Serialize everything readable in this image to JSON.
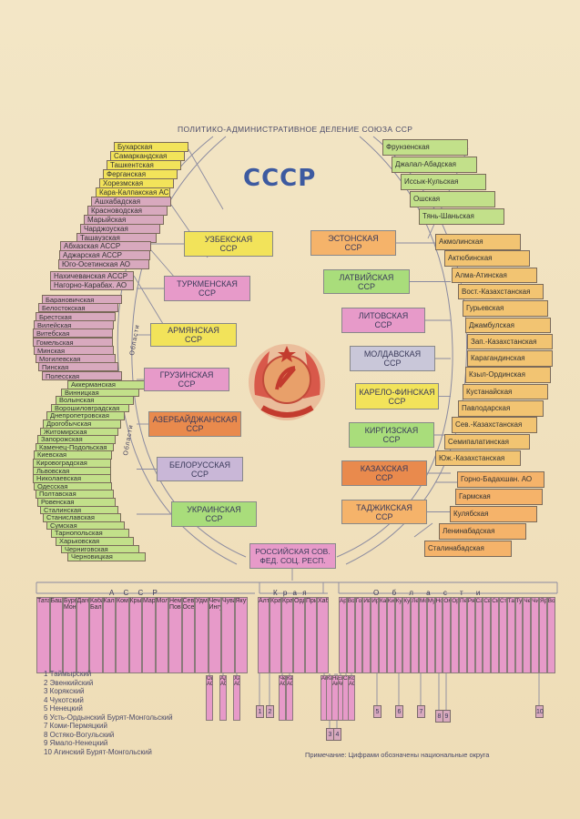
{
  "header": {
    "title": "ПОЛИТИКО-АДМИНИСТРАТИВНОЕ ДЕЛЕНИЕ СОЮЗА ССР",
    "ussr": "СССР"
  },
  "colors": {
    "green": "#c2e08a",
    "yellow": "#f2e35a",
    "pink": "#e79ac9",
    "lilac": "#d8a9be",
    "orange": "#f5b36a",
    "brown_orange": "#e98a4d",
    "lavender": "#c9b7d7",
    "gray_blue": "#c9c7d9",
    "sand": "#f2c472",
    "light_green": "#a9dd7b",
    "emblem_red": "#d8584a"
  },
  "left_groups": {
    "uzbek": [
      "Бухарская",
      "Самаркандская",
      "Ташкентская",
      "Ферганская",
      "Хорезмская",
      "Кара-Калпакская АССР"
    ],
    "turkmen": [
      "Ашхабадская",
      "Красноводская",
      "Марыйская",
      "Чарджоуская",
      "Ташаузская"
    ],
    "georgian": [
      "Абхазская АССР",
      "Аджарская АССР",
      "Юго-Осетинская АО"
    ],
    "azerbaijan": [
      "Нахичеванская АССР",
      "Нагорно-Карабах. АО"
    ],
    "belarus": [
      "Барановичская",
      "Белостокская",
      "Брестская",
      "Вилейская",
      "Витебская",
      "Гомельская",
      "Минская",
      "Могилевская",
      "Пинская",
      "Полесская"
    ],
    "ukraine": [
      "Аккерманская",
      "Винницкая",
      "Волынская",
      "Ворошиловградская",
      "Днепропетровская",
      "Дрогобычская",
      "Житомирская",
      "Запорожская",
      "Каменец-Подольская",
      "Киевская",
      "Кировоградская",
      "Львовская",
      "Николаевская",
      "Одесская",
      "Полтавская",
      "Ровенская",
      "Сталинская",
      "Станиславская",
      "Сумская",
      "Тарнопольская",
      "Харьковская",
      "Черниговская",
      "Черновицкая"
    ]
  },
  "right_groups": {
    "kyrgyz": [
      "Фрунзенская",
      "Джалал-Абадская",
      "Иссык-Кульская",
      "Ошская",
      "Тянь-Шаньская"
    ],
    "kazakh": [
      "Акмолинская",
      "Актюбинская",
      "Алма-Атинская",
      "Вост.-Казахстанская",
      "Гурьевская",
      "Джамбулская",
      "Зап.-Казахстанская",
      "Карагандинская",
      "Кзыл-Ординская",
      "Кустанайская",
      "Павлодарская",
      "Сев.-Казахстанская",
      "Семипалатинская",
      "Юж.-Казахстанская"
    ],
    "tajik": [
      "Горно-Бадахшан. АО",
      "Гармская",
      "Кулябская",
      "Ленинабадская",
      "Сталинабадская"
    ]
  },
  "oblast_labels": {
    "ukraine": "Области",
    "belarus": "Области"
  },
  "republics_left": [
    {
      "name": "УЗБЕКСКАЯ",
      "sub": "ССР"
    },
    {
      "name": "ТУРКМЕНСКАЯ",
      "sub": "ССР"
    },
    {
      "name": "АРМЯНСКАЯ",
      "sub": "ССР"
    },
    {
      "name": "ГРУЗИНСКАЯ",
      "sub": "ССР"
    },
    {
      "name": "АЗЕРБАЙДЖАНСКАЯ",
      "sub": "ССР"
    },
    {
      "name": "БЕЛОРУССКАЯ",
      "sub": "ССР"
    },
    {
      "name": "УКРАИНСКАЯ",
      "sub": "ССР"
    }
  ],
  "republics_right": [
    {
      "name": "ЭСТОНСКАЯ",
      "sub": "ССР"
    },
    {
      "name": "ЛАТВИЙСКАЯ",
      "sub": "ССР"
    },
    {
      "name": "ЛИТОВСКАЯ",
      "sub": "ССР"
    },
    {
      "name": "МОЛДАВСКАЯ",
      "sub": "ССР"
    },
    {
      "name": "КАРЕЛО-ФИНСКАЯ",
      "sub": "ССР"
    },
    {
      "name": "КИРГИЗСКАЯ",
      "sub": "ССР"
    },
    {
      "name": "КАЗАХСКАЯ",
      "sub": "ССР"
    },
    {
      "name": "ТАДЖИКСКАЯ",
      "sub": "ССР"
    }
  ],
  "rsfsr": {
    "line1": "РОССИЙСКАЯ СОВ.",
    "line2": "ФЕД. СОЦ. РЕСП."
  },
  "rsfsr_groups": {
    "assr_label": "А С С Р",
    "kraya_label": "К р а я",
    "oblasti_label": "О б л а с т и"
  },
  "assr": [
    "Татарская",
    "Башкирская",
    "Бурят-Монг.",
    "Дагестанская",
    "Кабардино-Балк.",
    "Калмыцкая",
    "Коми",
    "Крымская",
    "Марийская",
    "Молдовская",
    "Немцев-Поволж.",
    "Сев.-Осетинская",
    "Удмуртская",
    "Чечено-Ингуш.",
    "Чувашская",
    "Якутская"
  ],
  "kraya": [
    "Алтайский",
    "Краснодарский",
    "Красноярский",
    "Орджоникидз.",
    "Приморский",
    "Хабаровский"
  ],
  "oblasti": [
    "Архангельская",
    "Вологодская",
    "Горьковская",
    "Ивановская",
    "Иркутская",
    "Калининская",
    "Кировская",
    "Куйбышевская",
    "Курская",
    "Ленинградская",
    "Московская",
    "Мурманская",
    "Новосибирская",
    "Омская",
    "Орловская",
    "Пензенская",
    "Рязанская",
    "Саратовская",
    "Свердловская",
    "Смоленская",
    "Сталинградская",
    "Тамбовская",
    "Тульская",
    "Челябинская",
    "Читинская",
    "Ярославская",
    "Воронежская"
  ],
  "autonomous_obl": [
    "Ойрот. АО",
    "Адыг. АО",
    "Хакас. АО",
    "Черкес. АО",
    "Карач. АО",
    "Еврейск. АО",
    "Амурская",
    "Камчатская",
    "Ниж.-Амур.",
    "Сахалинск.",
    "Кор. АО"
  ],
  "legend": [
    "1  Таймырский",
    "2  Эвенкийский",
    "3  Корякский",
    "4  Чукотский",
    "5  Ненецкий",
    "6  Усть-Ордынский Бурят-Монгольский",
    "7  Коми-Пермяцкий",
    "8  Остяко-Вогульский",
    "9  Ямало-Ненецкий",
    "10  Агинский Бурят-Монгольский"
  ],
  "district_numbers": [
    "1",
    "2",
    "3",
    "4",
    "5",
    "6",
    "7",
    "8",
    "9",
    "10"
  ],
  "note": "Примечание: Цифрами обозначены национальные округа"
}
